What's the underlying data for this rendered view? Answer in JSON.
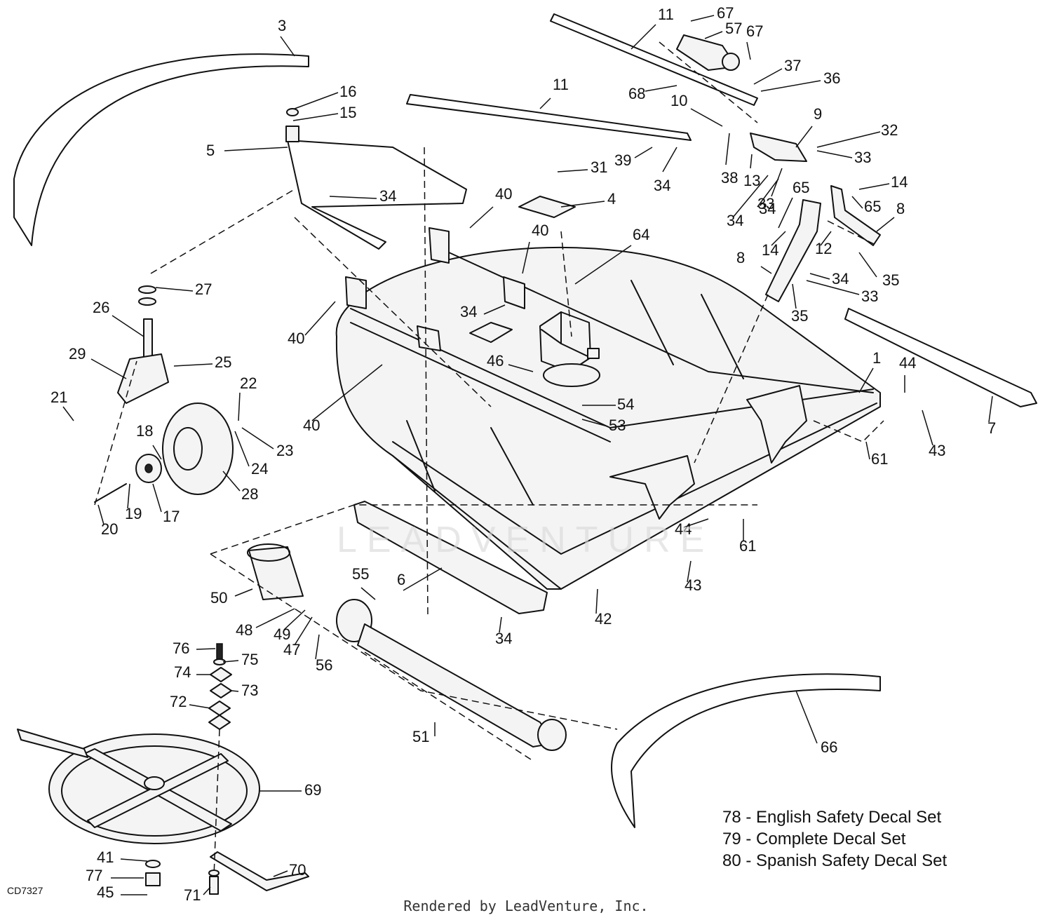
{
  "drawing_code": "CD7327",
  "footer": "Rendered by LeadVenture, Inc.",
  "watermark": "LEADVENTURE",
  "notes": [
    "78 - English Safety Decal Set",
    "79 - Complete Decal Set",
    "80 - Spanish Safety Decal Set"
  ],
  "callouts": [
    "3",
    "11",
    "67",
    "57",
    "67",
    "37",
    "36",
    "68",
    "10",
    "9",
    "32",
    "33",
    "13",
    "38",
    "34",
    "16",
    "15",
    "5",
    "11",
    "39",
    "34",
    "31",
    "4",
    "40",
    "34",
    "40",
    "64",
    "65",
    "14",
    "65",
    "8",
    "14",
    "12",
    "33",
    "34",
    "35",
    "8",
    "34",
    "33",
    "35",
    "27",
    "26",
    "29",
    "25",
    "21",
    "22",
    "23",
    "24",
    "28",
    "18",
    "17",
    "19",
    "20",
    "40",
    "34",
    "46",
    "1",
    "44",
    "54",
    "53",
    "40",
    "61",
    "43",
    "7",
    "44",
    "61",
    "43",
    "50",
    "48",
    "49",
    "47",
    "55",
    "56",
    "6",
    "42",
    "34",
    "76",
    "75",
    "74",
    "73",
    "72",
    "51",
    "66",
    "69",
    "41",
    "77",
    "45",
    "70",
    "71"
  ]
}
